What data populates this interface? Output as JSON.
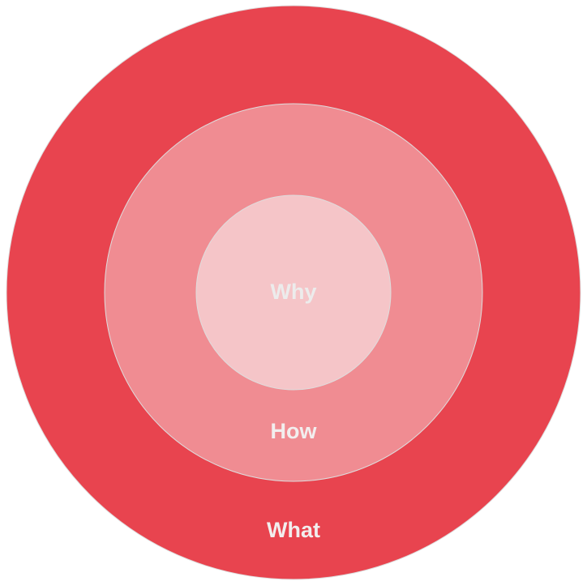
{
  "rings": [
    {
      "label": "What",
      "color": "#e8444f",
      "text_color": "#f2eeee"
    },
    {
      "label": "How",
      "color": "#f08c92",
      "text_color": "#f2eeee"
    },
    {
      "label": "Why",
      "color": "#f5c5c8",
      "text_color": "#ececec"
    }
  ],
  "stroke_color": "#dddddd"
}
